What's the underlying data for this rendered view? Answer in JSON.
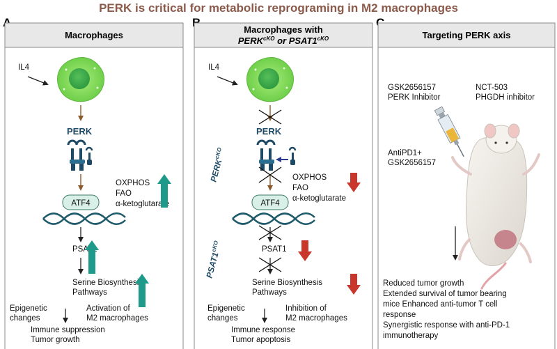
{
  "title": "PERK is critical for metabolic reprograming in M2 macrophages",
  "colors": {
    "title": "#8c5a4a",
    "teal": "#1d9a8a",
    "red": "#c8362c",
    "brown": "#8b5a2b",
    "perk": "#1f4a66",
    "cell": "#7ed957",
    "header_bg": "#e8e8e8"
  },
  "panels": {
    "a": {
      "letter": "A",
      "header": "Macrophages",
      "stimulus": "IL4",
      "kinase": "PERK",
      "tf": "ATF4",
      "metab": [
        "OXPHOS",
        "FAO",
        "α-ketoglutarate"
      ],
      "enzyme": "PSAT1",
      "pathway": [
        "Serine Biosynthesis",
        "Pathways"
      ],
      "outcome_left": [
        "Epigenetic",
        "changes"
      ],
      "outcome_right": [
        "Activation of",
        "M2 macrophages"
      ],
      "outcome_bottom": [
        "Immune suppression",
        "Tumor growth"
      ]
    },
    "b": {
      "letter": "B",
      "header_line1": "Macrophages with",
      "header_perk": "PERK",
      "header_sup1": "cKO",
      "header_or": " or ",
      "header_psat": "PSAT1",
      "header_sup2": "cKO",
      "stimulus": "IL4",
      "kinase": "PERK",
      "tf": "ATF4",
      "metab": [
        "OXPHOS",
        "FAO",
        "α-ketoglutarate"
      ],
      "enzyme": "PSAT1",
      "pathway": [
        "Serine Biosynthesis",
        "Pathways"
      ],
      "side_perk": "PERK",
      "side_perk_sup": "cKO",
      "side_psat": "PSAT1",
      "side_psat_sup": "cKO",
      "outcome_left": [
        "Epigenetic",
        "changes"
      ],
      "outcome_right": [
        "Inhibition of",
        "M2 macrophages"
      ],
      "outcome_bottom": [
        "Immune response",
        "Tumor apoptosis"
      ]
    },
    "c": {
      "letter": "C",
      "header": "Targeting PERK axis",
      "drug1": [
        "GSK2656157",
        "PERK Inhibitor"
      ],
      "drug2": [
        "NCT-503",
        "PHGDH inhibitor"
      ],
      "drug3": [
        "AntiPD1+",
        "GSK2656157"
      ],
      "results": [
        "Reduced tumor growth",
        "Extended survival of tumor bearing",
        "mice  Enhanced anti-tumor T cell",
        "response",
        "Synergistic response with anti-PD-1",
        "immunotherapy"
      ]
    }
  }
}
